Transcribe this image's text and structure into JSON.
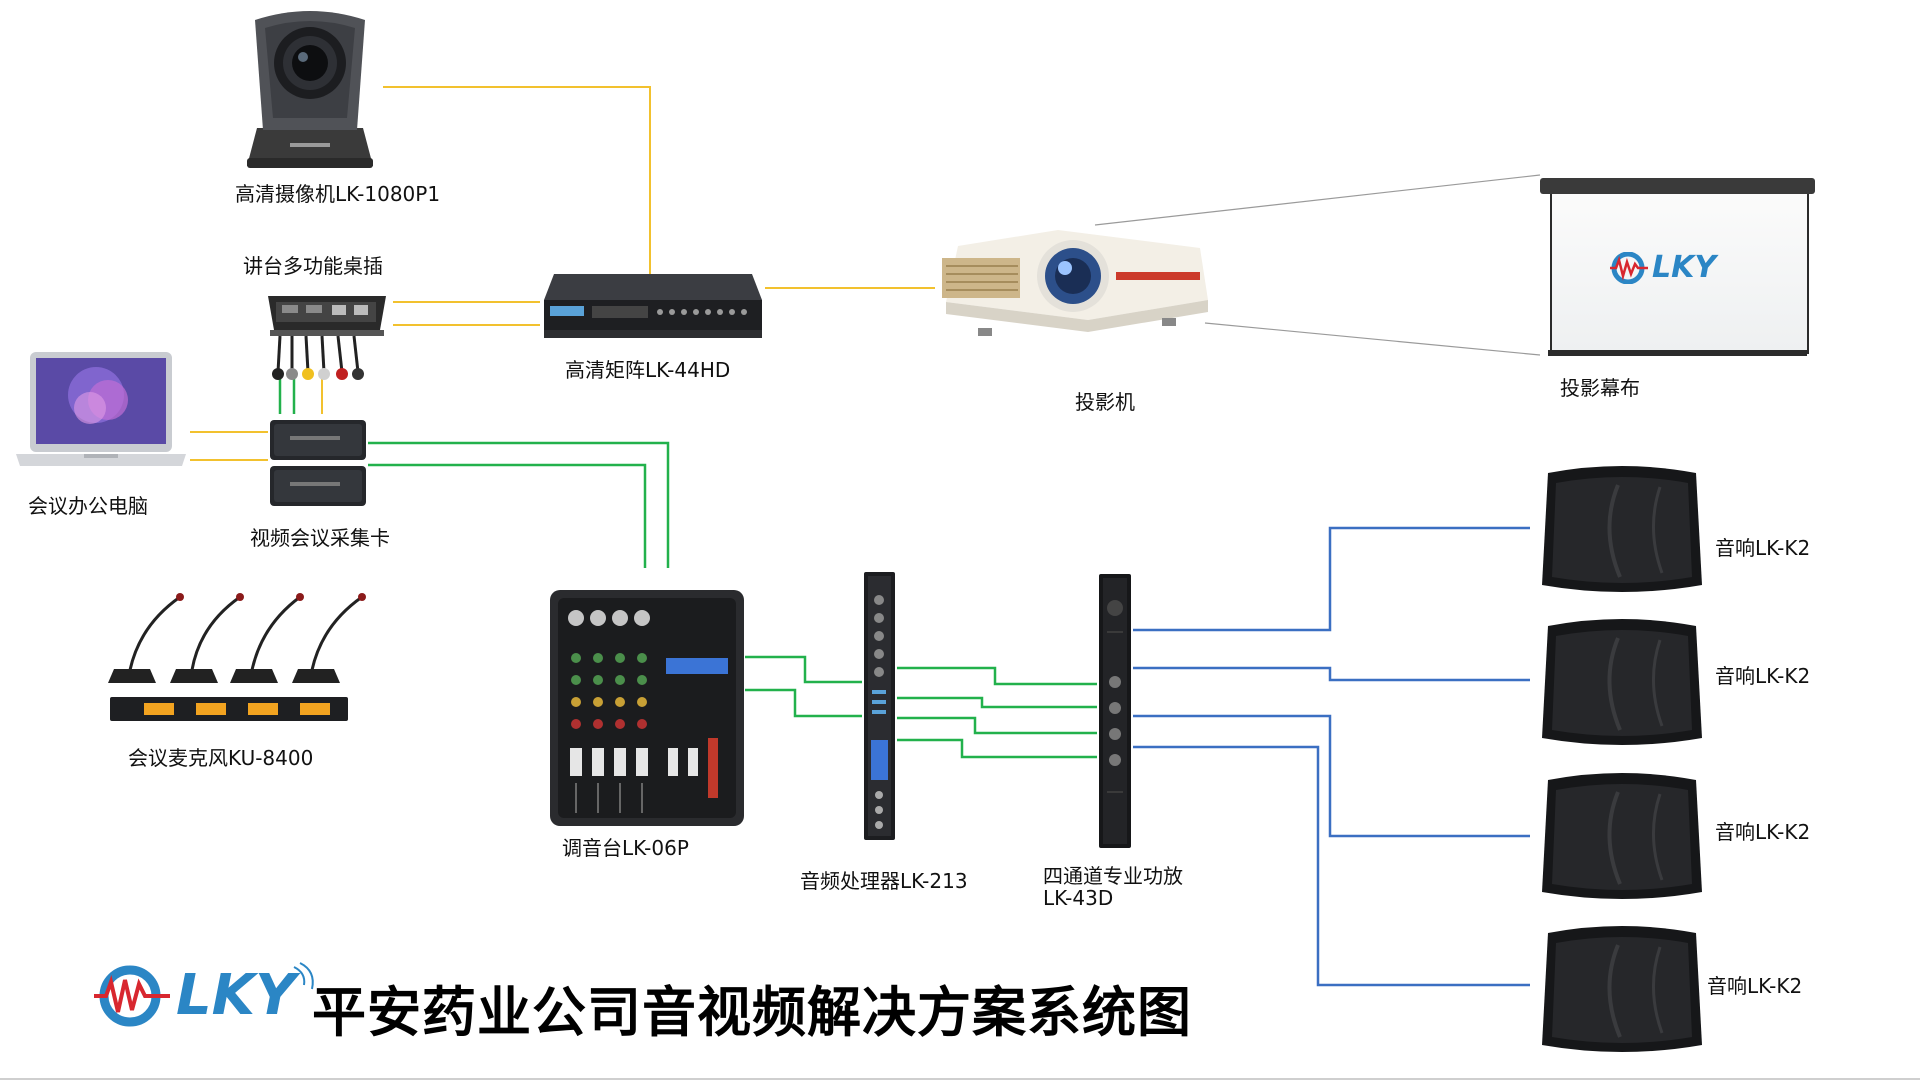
{
  "title": "平安药业公司音视频解决方案系统图",
  "logo": {
    "text": "LKY",
    "color": "#2b86c5",
    "wave_color": "#d8272f"
  },
  "colors": {
    "video_line": "#f2c12e",
    "audio_line": "#22b14c",
    "speaker_line": "#3b6fc2",
    "projection_line": "#9a9a9a"
  },
  "devices": {
    "camera": {
      "label": "高清摄像机LK-1080P1"
    },
    "desk_socket": {
      "label": "讲台多功能桌插"
    },
    "matrix": {
      "label": "高清矩阵LK-44HD"
    },
    "projector": {
      "label": "投影机"
    },
    "screen": {
      "label": "投影幕布",
      "logo_text": "LKY"
    },
    "laptop": {
      "label": "会议办公电脑"
    },
    "capture_card": {
      "label": "视频会议采集卡"
    },
    "microphone": {
      "label": "会议麦克风KU-8400"
    },
    "mixer": {
      "label": "调音台LK-06P"
    },
    "processor": {
      "label": "音频处理器LK-213"
    },
    "amplifier": {
      "label_line1": "四通道专业功放",
      "label_line2": "LK-43D"
    },
    "speakers": [
      {
        "label": "音响LK-K2"
      },
      {
        "label": "音响LK-K2"
      },
      {
        "label": "音响LK-K2"
      },
      {
        "label": "音响LK-K2"
      }
    ]
  }
}
